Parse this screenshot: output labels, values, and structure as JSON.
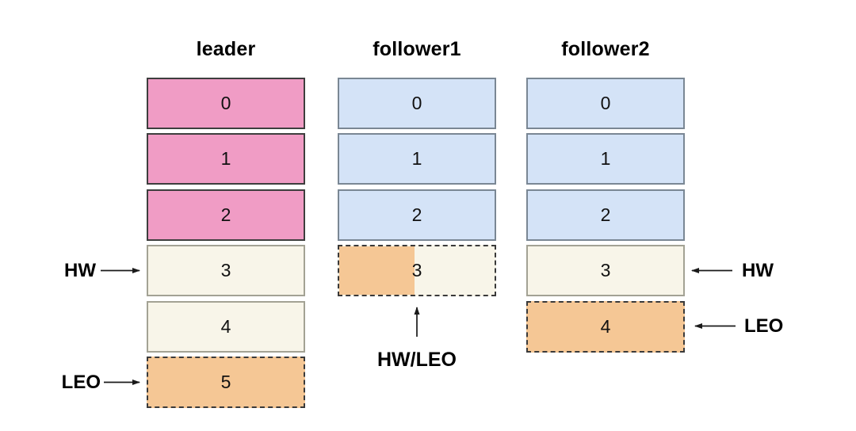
{
  "colors": {
    "leader_replicated": "#F09CC5",
    "follower_replicated": "#D4E3F7",
    "uncommitted": "#F8F5E9",
    "new_record": "#F5C795",
    "border_dark": "#3A3A3A"
  },
  "columns": [
    {
      "title": "leader",
      "blocks": [
        {
          "label": "0",
          "style": "pink"
        },
        {
          "label": "1",
          "style": "pink"
        },
        {
          "label": "2",
          "style": "pink"
        },
        {
          "label": "3",
          "style": "cream"
        },
        {
          "label": "4",
          "style": "cream"
        },
        {
          "label": "5",
          "style": "orange-dashed"
        }
      ]
    },
    {
      "title": "follower1",
      "blocks": [
        {
          "label": "0",
          "style": "blue"
        },
        {
          "label": "1",
          "style": "blue"
        },
        {
          "label": "2",
          "style": "blue"
        },
        {
          "label": "3",
          "style": "split-dashed"
        }
      ]
    },
    {
      "title": "follower2",
      "blocks": [
        {
          "label": "0",
          "style": "blue"
        },
        {
          "label": "1",
          "style": "blue"
        },
        {
          "label": "2",
          "style": "blue"
        },
        {
          "label": "3",
          "style": "cream"
        },
        {
          "label": "4",
          "style": "orange-dashed"
        }
      ]
    }
  ],
  "annotations": {
    "leader_hw": {
      "label": "HW",
      "points_to": "leader offset 3"
    },
    "leader_leo": {
      "label": "LEO",
      "points_to": "leader offset 5"
    },
    "follower1_hw_leo": {
      "label": "HW/LEO",
      "points_to": "follower1 offset 3"
    },
    "follower2_hw": {
      "label": "HW",
      "points_to": "follower2 offset 3"
    },
    "follower2_leo": {
      "label": "LEO",
      "points_to": "follower2 offset 4"
    }
  }
}
